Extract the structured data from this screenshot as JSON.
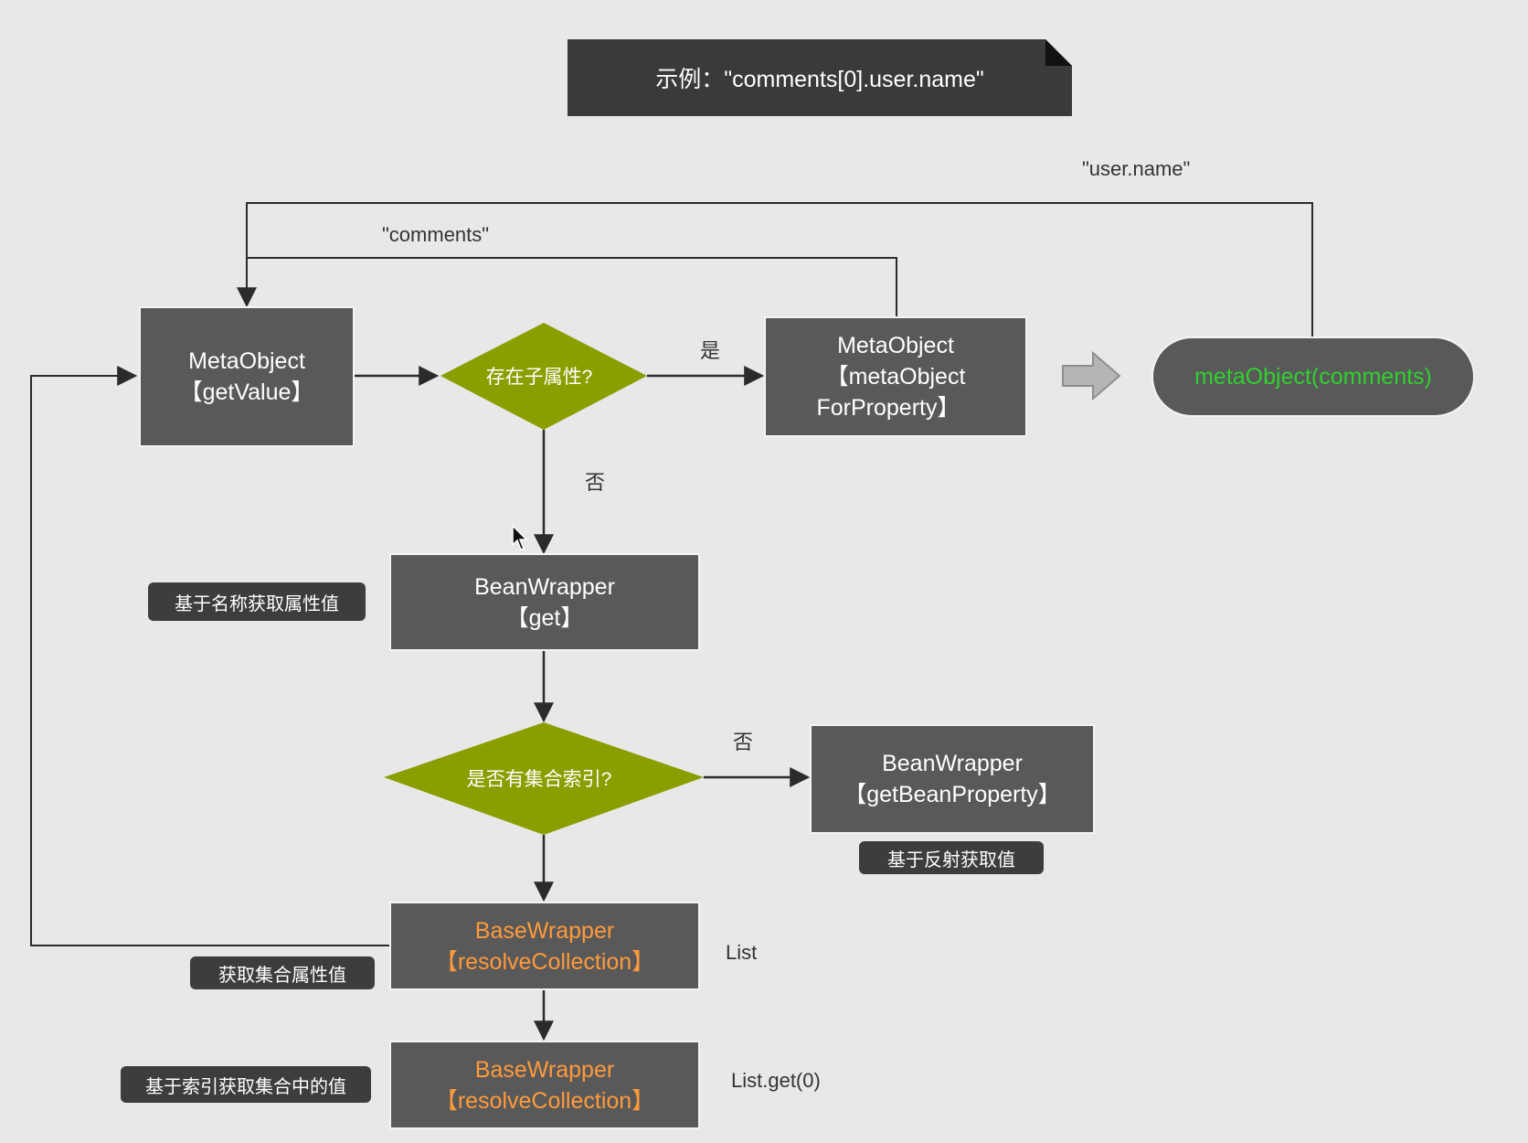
{
  "title": "示例：\"comments[0].user.name\"",
  "colors": {
    "background": "#e8e8e8",
    "box": "#595959",
    "diamond": "#8b9e00",
    "tag": "#3d3d3d",
    "title_box": "#3a3a3a",
    "orange_text": "#ff9a3c",
    "green_text": "#2fd12f",
    "arrow": "#2b2b2b"
  },
  "nodes": {
    "getvalue": {
      "lines": [
        "MetaObject",
        "【getValue】"
      ]
    },
    "has_child": {
      "text": "存在子属性?"
    },
    "metaobject_for_property": {
      "lines": [
        "MetaObject",
        "【metaObject",
        "ForProperty】"
      ]
    },
    "meta_comments": {
      "text": "metaObject(comments)"
    },
    "beanwrapper_get": {
      "lines": [
        "BeanWrapper",
        "【get】"
      ]
    },
    "has_index": {
      "text": "是否有集合索引?"
    },
    "get_bean_property": {
      "lines": [
        "BeanWrapper",
        "【getBeanProperty】"
      ]
    },
    "resolve_collection_1": {
      "lines": [
        "BaseWrapper",
        "【resolveCollection】"
      ]
    },
    "resolve_collection_2": {
      "lines": [
        "BaseWrapper",
        "【resolveCollection】"
      ]
    }
  },
  "tags": {
    "by_name": "基于名称获取属性值",
    "by_reflection": "基于反射获取值",
    "collection_value": "获取集合属性值",
    "by_index": "基于索引获取集合中的值"
  },
  "labels": {
    "user_name": "\"user.name\"",
    "comments": "\"comments\"",
    "yes": "是",
    "no_1": "否",
    "no_2": "否",
    "list": "List",
    "list_get": "List.get(0)"
  }
}
